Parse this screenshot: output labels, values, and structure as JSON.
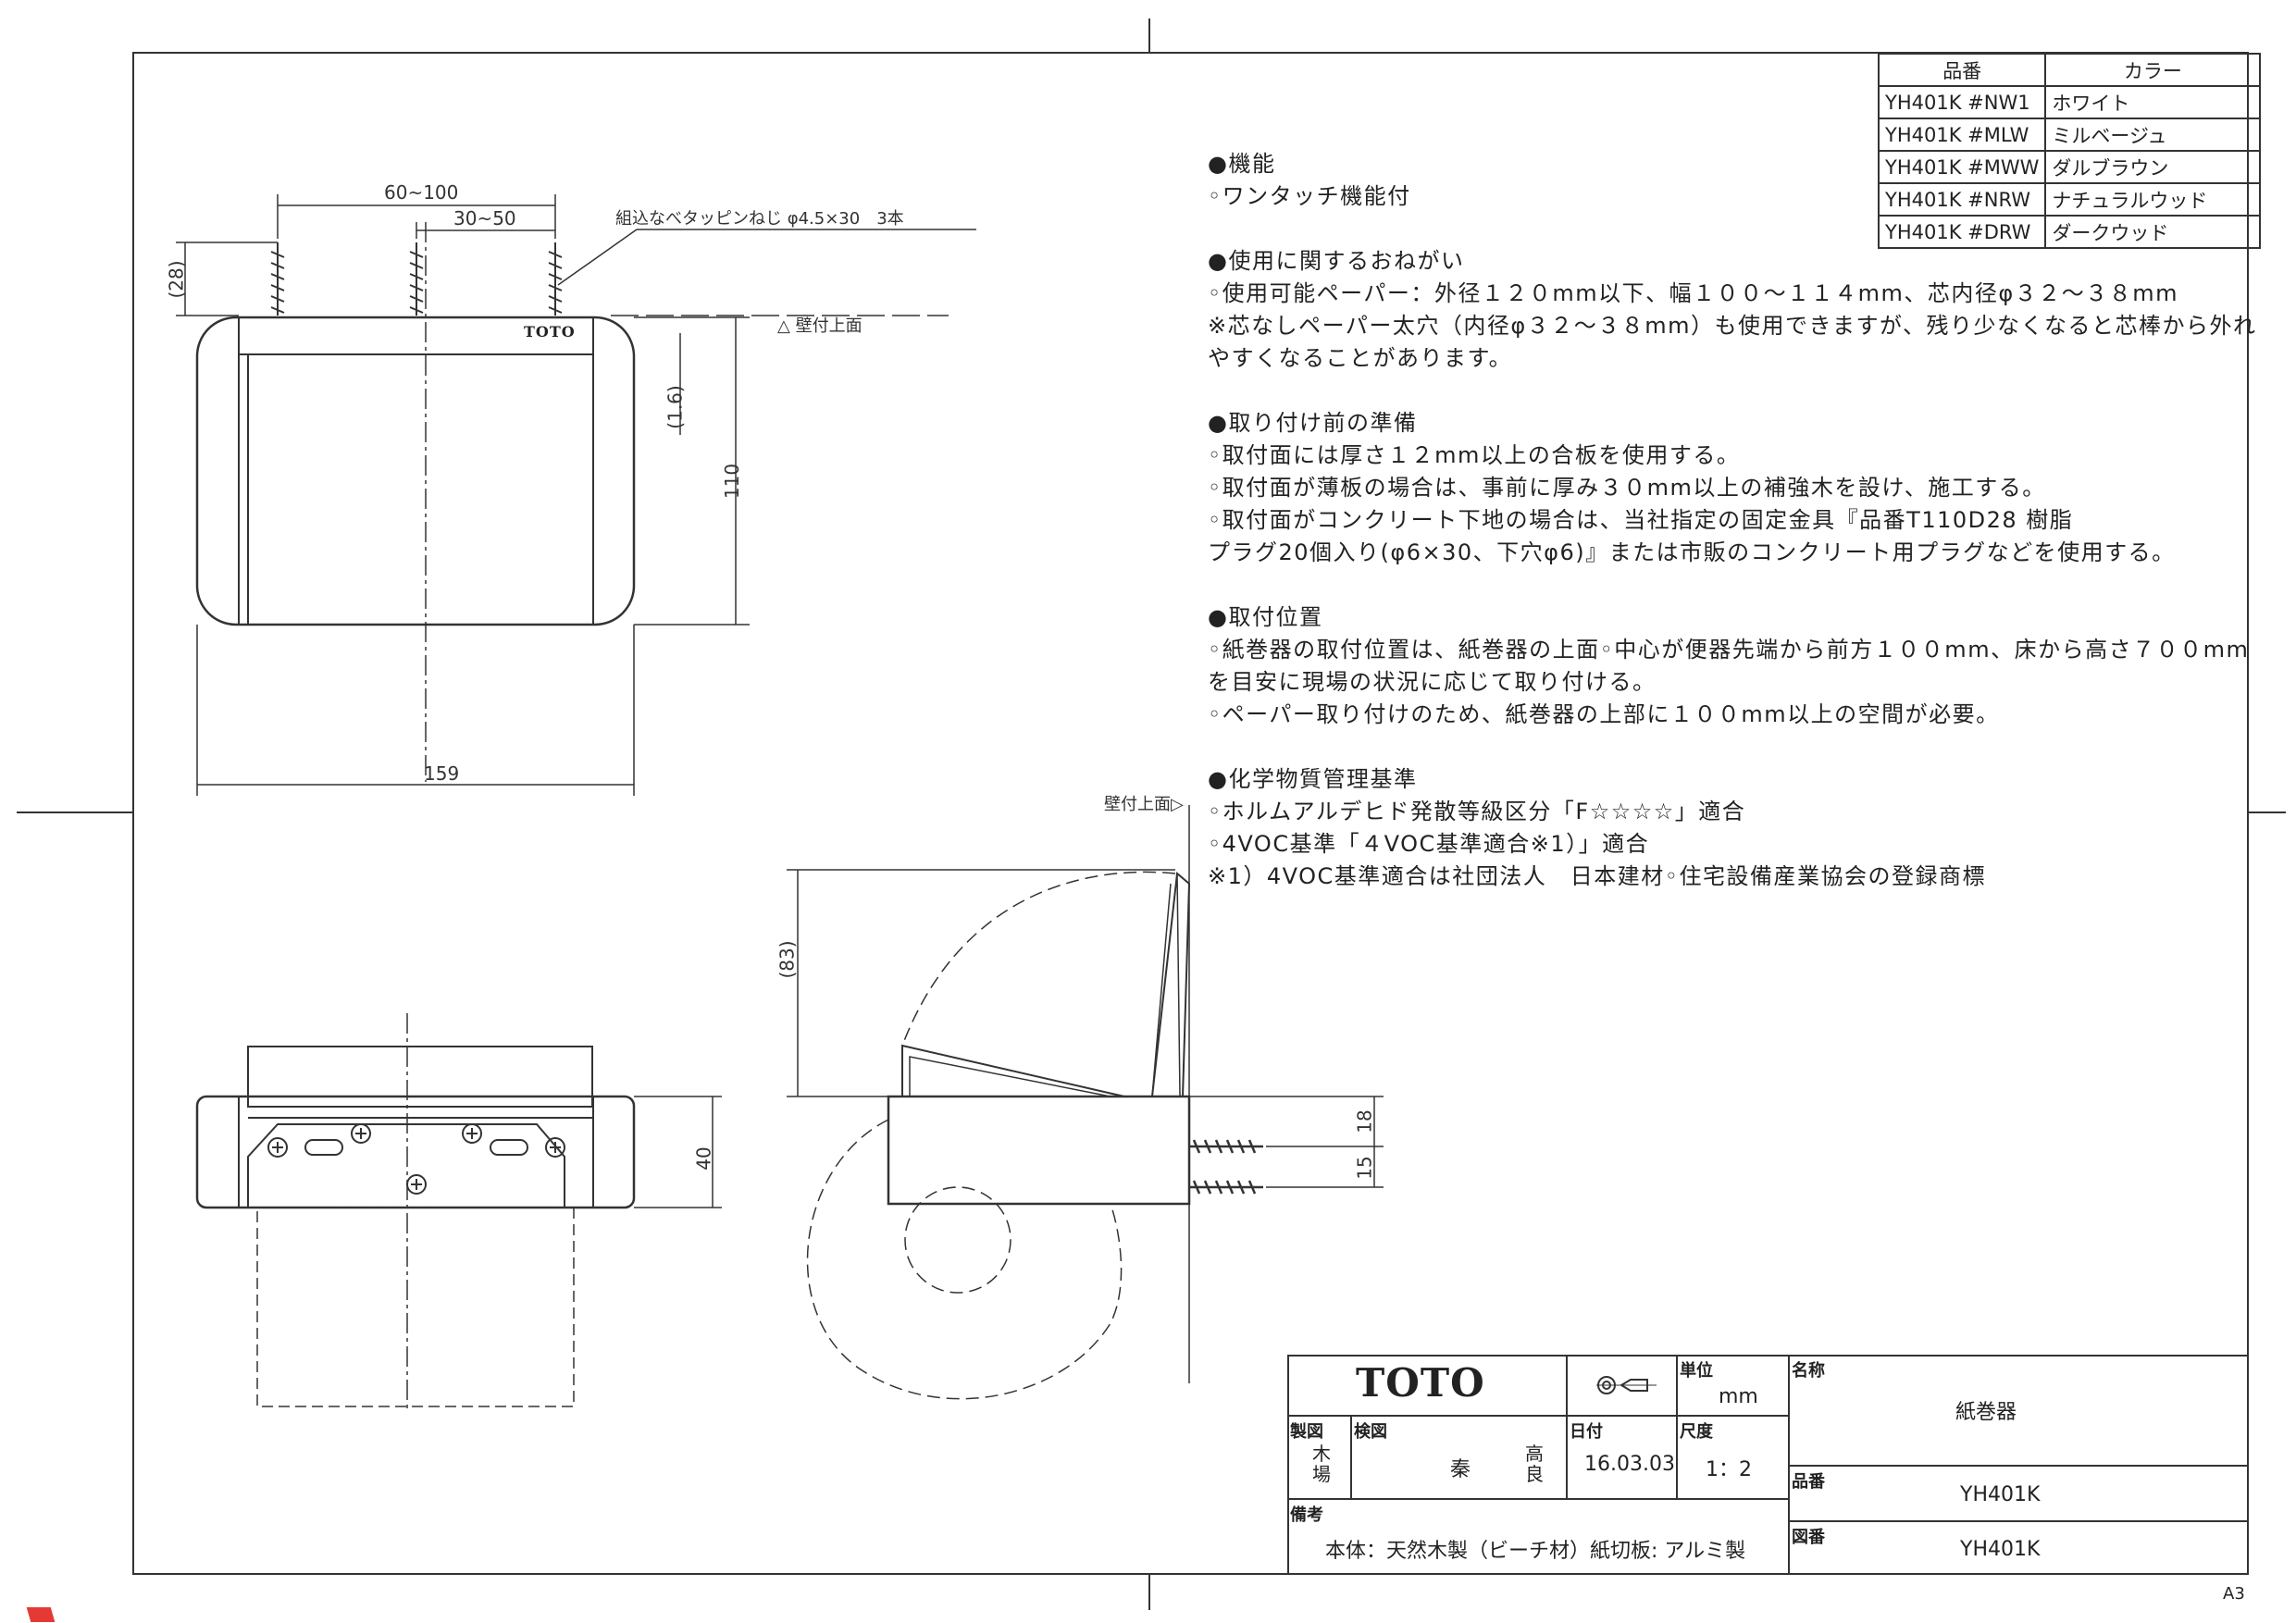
{
  "color_table": {
    "header_code": "品番",
    "header_color": "カラー",
    "rows": [
      {
        "code": "YH401K #NW1",
        "color": "ホワイト"
      },
      {
        "code": "YH401K #MLW",
        "color": "ミルベージュ"
      },
      {
        "code": "YH401K #MWW",
        "color": "ダルブラウン"
      },
      {
        "code": "YH401K #NRW",
        "color": "ナチュラルウッド"
      },
      {
        "code": "YH401K #DRW",
        "color": "ダークウッド"
      }
    ]
  },
  "notes": [
    {
      "title": "●機能",
      "lines": [
        "◦ワンタッチ機能付"
      ]
    },
    {
      "title": "●使用に関するおねがい",
      "lines": [
        "◦使用可能ペーパー：外径１２０mm以下、幅１００～１１４mm、芯内径φ３２～３８mm",
        "※芯なしペーパー太穴（内径φ３２～３８mm）も使用できますが、残り少なくなると芯棒から外れ",
        "やすくなることがあります。"
      ]
    },
    {
      "title": "●取り付け前の準備",
      "lines": [
        "◦取付面には厚さ１２mm以上の合板を使用する。",
        "◦取付面が薄板の場合は、事前に厚み３０mm以上の補強木を設け、施工する。",
        "◦取付面がコンクリート下地の場合は、当社指定の固定金具『品番T110D28 樹脂",
        "プラグ20個入り(φ6×30、下穴φ6)』または市販のコンクリート用プラグなどを使用する。"
      ]
    },
    {
      "title": "●取付位置",
      "lines": [
        "◦紙巻器の取付位置は、紙巻器の上面◦中心が便器先端から前方１００mm、床から高さ７００mm",
        "を目安に現場の状況に応じて取り付ける。",
        "◦ペーパー取り付けのため、紙巻器の上部に１００mm以上の空間が必要。"
      ]
    },
    {
      "title": "●化学物質管理基準",
      "lines": [
        "◦ホルムアルデヒド発散等級区分「F☆☆☆☆」適合",
        "◦4VOC基準「４VOC基準適合※1）」適合",
        "※1）4VOC基準適合は社団法人　日本建材◦住宅設備産業協会の登録商標"
      ]
    }
  ],
  "dims": {
    "d60_100": "60~100",
    "d30_50": "30~50",
    "d28": "(28)",
    "screw_note": "組込なべタッピンねじ φ4.5×30　3本",
    "wall_top": "△ 壁付上面",
    "d1_6": "(1.6)",
    "d110": "110",
    "d159": "159",
    "wall_top_side": "壁付上面▷",
    "d83": "(83)",
    "d40": "40",
    "d18": "18",
    "d15": "15"
  },
  "logo_small": "TOTO",
  "title_block": {
    "logo": "TOTO",
    "unit_label": "単位",
    "unit_value": "mm",
    "name_label": "名称",
    "name_value": "紙巻器",
    "drawn_label": "製図",
    "drawn_value": "木場",
    "checked_label": "検図",
    "checked_value1": "秦",
    "checked_value2": "高良",
    "date_label": "日付",
    "date_value": "16.03.03",
    "scale_label": "尺度",
    "scale_value": "1：2",
    "product_label": "品番",
    "product_value": "YH401K",
    "remarks_label": "備考",
    "remarks_value": "本体：天然木製（ビーチ材）紙切板: アルミ製",
    "drawing_label": "図番",
    "drawing_value": "YH401K"
  },
  "sheet_size": "A3"
}
